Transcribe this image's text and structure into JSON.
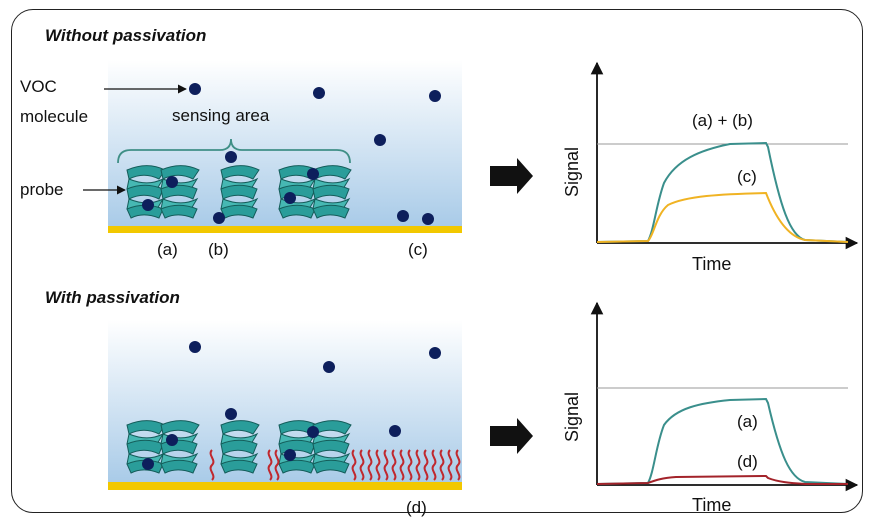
{
  "top_panel": {
    "title": "Without passivation",
    "labels": {
      "voc": "VOC",
      "molecule": "molecule",
      "sensing_area": "sensing area",
      "probe": "probe",
      "a": "(a)",
      "b": "(b)",
      "c": "(c)"
    },
    "graph": {
      "y_label": "Signal",
      "x_label": "Time",
      "curve_label_ab": "(a) + (b)",
      "curve_label_c": "(c)"
    }
  },
  "bottom_panel": {
    "title": "With passivation",
    "labels": {
      "d": "(d)"
    },
    "graph": {
      "y_label": "Signal",
      "x_label": "Time",
      "curve_label_a": "(a)",
      "curve_label_d": "(d)"
    }
  },
  "colors": {
    "gradient_top": "#ffffff",
    "gradient_bottom": "#a9cbe8",
    "substrate": "#f2c800",
    "molecule": "#0d1f5c",
    "helix": "#2a9d9a",
    "passivation": "#c0282e",
    "curve_teal": "#3a8f8c",
    "curve_yellow": "#f0b323",
    "curve_red": "#a3232a",
    "bracket": "#3f8f86",
    "ref_line": "#9a9a9a"
  },
  "icons": [
    "arrow-right-icon",
    "helix-probe-icon",
    "voc-molecule-icon",
    "passivation-chain-icon"
  ]
}
